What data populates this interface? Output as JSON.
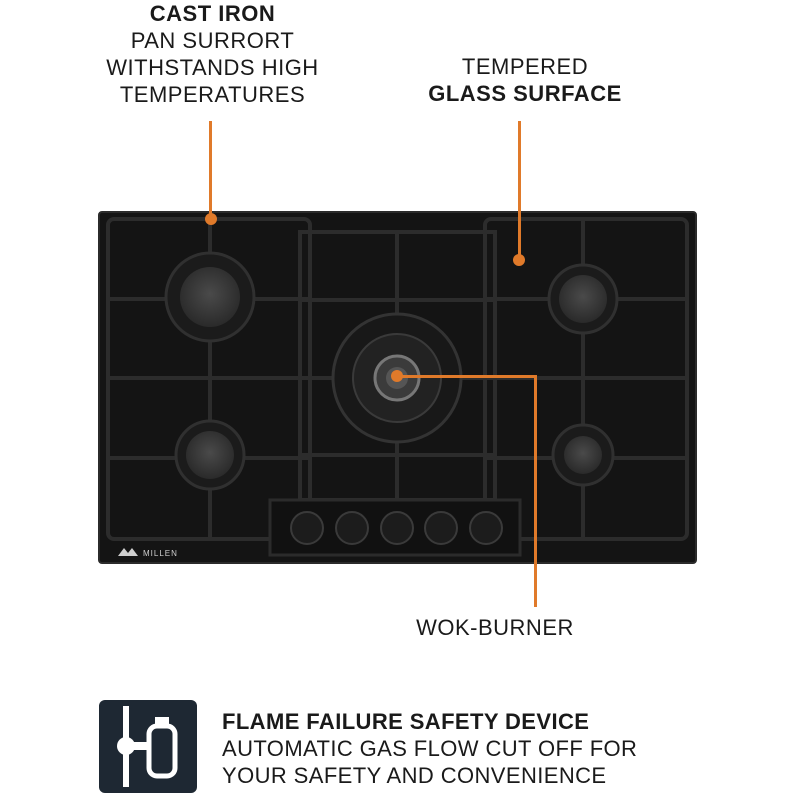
{
  "callouts": {
    "cast_iron": {
      "title": "CAST IRON",
      "lines": [
        "PAN SURRORT",
        "WITHSTANDS HIGH",
        "TEMPERATURES"
      ]
    },
    "glass": {
      "line1": "TEMPERED",
      "title": "GLASS SURFACE"
    },
    "wok": {
      "label": "WOK-BURNER"
    }
  },
  "cooktop": {
    "brand": "MILLEN",
    "burner_count": 5,
    "knob_count": 5
  },
  "safety": {
    "title": "FLAME FAILURE SAFETY DEVICE",
    "lines": [
      "AUTOMATIC GAS FLOW CUT OFF FOR",
      "YOUR SAFETY AND CONVENIENCE"
    ],
    "icon": "gas-cylinder-valve-icon"
  },
  "colors": {
    "accent": "#e07a2a",
    "cooktop": "#151515",
    "badge": "#1e2833"
  }
}
